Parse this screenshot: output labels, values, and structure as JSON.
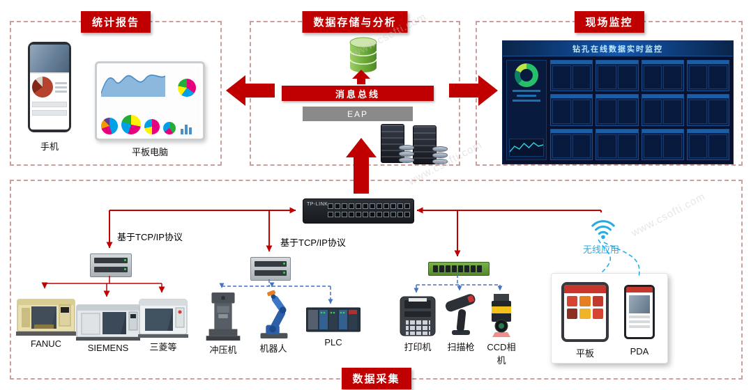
{
  "watermark": "www.csofti.com",
  "colors": {
    "accent_red": "#c00000",
    "line_blue": "#4472c4",
    "wireless_cyan": "#29abe2"
  },
  "report": {
    "title": "统计报告",
    "phone_label": "手机",
    "tablet_label": "平板电脑"
  },
  "storage": {
    "title": "数据存储与分析",
    "bus_label": "消息总线",
    "eap_label": "EAP"
  },
  "monitor": {
    "title": "现场监控",
    "screen_title": "钻孔在线数据实时监控"
  },
  "collection": {
    "title": "数据采集",
    "switch_brand": "TP-LINK",
    "cnc_group": {
      "protocol_label": "基于TCP/IP协议",
      "machines": [
        {
          "label": "FANUC"
        },
        {
          "label": "SIEMENS"
        },
        {
          "label": "三菱等"
        }
      ]
    },
    "factory_group": {
      "protocol_label": "基于TCP/IP协议",
      "machines": [
        {
          "label": "冲压机"
        },
        {
          "label": "机器人"
        },
        {
          "label": "PLC"
        }
      ]
    },
    "peripheral_group": {
      "machines": [
        {
          "label": "打印机"
        },
        {
          "label": "扫描枪"
        },
        {
          "label": "CCD相机"
        }
      ]
    },
    "wireless_group": {
      "label": "无线应用",
      "machines": [
        {
          "label": "平板"
        },
        {
          "label": "PDA"
        }
      ]
    }
  }
}
